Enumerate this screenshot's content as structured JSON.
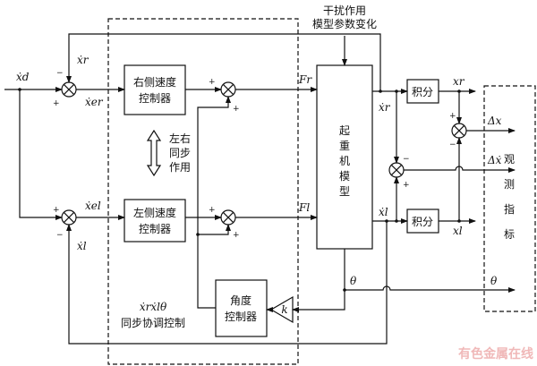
{
  "disturbance": {
    "line1": "干扰作用",
    "line2": "模型参数变化"
  },
  "blocks": {
    "right_speed": {
      "line1": "右侧速度",
      "line2": "控制器"
    },
    "left_speed": {
      "line1": "左侧速度",
      "line2": "控制器"
    },
    "angle": {
      "line1": "角度",
      "line2": "控制器"
    },
    "crane": {
      "chars": [
        "起",
        "重",
        "机",
        "模",
        "型"
      ]
    },
    "integral_top": "积分",
    "integral_bottom": "积分",
    "gain": "k"
  },
  "sync_note": {
    "line1": "左右",
    "line2": "同步",
    "line3": "作用"
  },
  "coord_label": {
    "vars": "ẋrẋlθ",
    "text": "同步协调控制"
  },
  "observation": {
    "chars": [
      "观",
      "测",
      "指",
      "标"
    ]
  },
  "signals": {
    "xd": "ẋd",
    "xr_fb": "ẋr",
    "xl_fb": "ẋl",
    "xer": "ẋer",
    "xel": "ẋel",
    "Fr": "Fr",
    "Fl": "Fl",
    "xr_dot_out": "ẋr",
    "xl_dot_out": "ẋl",
    "xr_out": "xr",
    "xl_out": "xl",
    "delta_x": "Δx",
    "delta_xdot": "Δẋ",
    "theta_mid": "θ",
    "theta_out": "θ"
  },
  "signs": {
    "plus": "+",
    "minus": "−"
  },
  "watermark": "有色金属在线"
}
